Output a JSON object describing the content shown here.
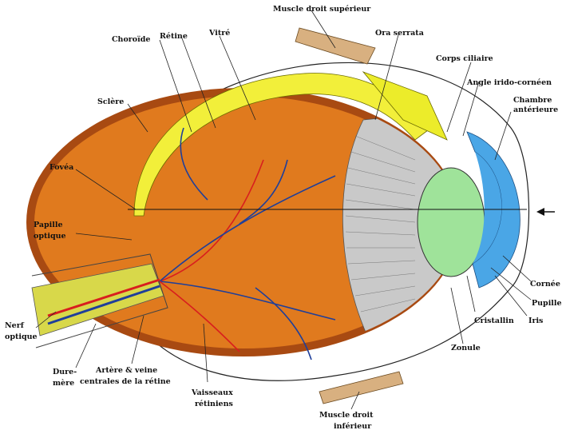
{
  "labels": {
    "muscle_droit_superieur": "Muscle droit supérieur",
    "ora_serrata": "Ora serrata",
    "choroide": "Choroïde",
    "retine": "Rétine",
    "vitre": "Vitré",
    "corps_ciliaire": "Corps ciliaire",
    "angle_irido_corneen": "Angle irido-cornéen",
    "chambre_anterieure_1": "Chambre",
    "chambre_anterieure_2": "antérieure",
    "sclere": "Sclère",
    "fovea": "Fovéa",
    "papille_optique_1": "Papille",
    "papille_optique_2": "optique",
    "nerf_optique_1": "Nerf",
    "nerf_optique_2": "optique",
    "dure_mere_1": "Dure-",
    "dure_mere_2": "mère",
    "artere_veine_1": "Artère & veine",
    "artere_veine_2": "centrales de la rétine",
    "vaisseaux_retiniens_1": "Vaisseaux",
    "vaisseaux_retiniens_2": "rétiniens",
    "zonule": "Zonule",
    "cristallin": "Cristallin",
    "iris": "Iris",
    "pupille": "Pupille",
    "cornee": "Cornée",
    "muscle_droit_inferieur_1": "Muscle droit",
    "muscle_droit_inferieur_2": "inférieur"
  },
  "colors": {
    "retina_orange": "#e07a1e",
    "choroid_brown": "#a84a12",
    "sclera_yellow": "#ecec2a",
    "vitreous_yellow": "#f2ef3a",
    "lens_green": "#9fe39a",
    "cornea_blue": "#4aa6e6",
    "artery_red": "#d81e1e",
    "vein_blue": "#1f3f9a",
    "ciliary_gray": "#c9c9c9"
  }
}
